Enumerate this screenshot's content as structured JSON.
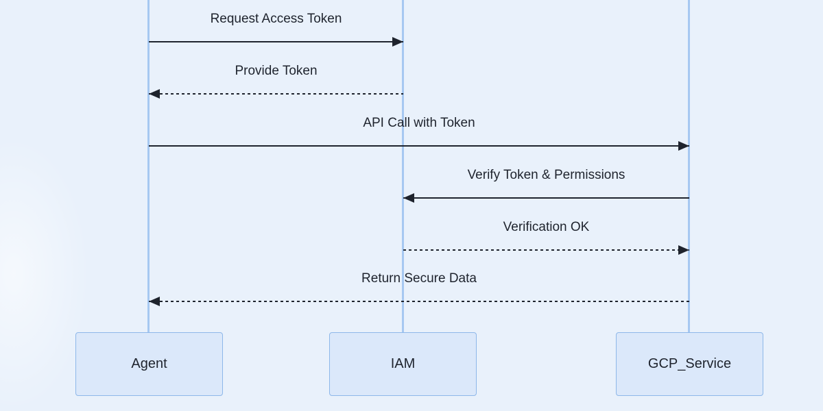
{
  "diagram": {
    "type": "sequence",
    "actors": [
      {
        "name": "Agent"
      },
      {
        "name": "IAM"
      },
      {
        "name": "GCP_Service"
      }
    ],
    "messages": [
      {
        "label": "Request Access Token",
        "from": "Agent",
        "to": "IAM",
        "line": "solid",
        "direction": "right"
      },
      {
        "label": "Provide Token",
        "from": "IAM",
        "to": "Agent",
        "line": "dashed",
        "direction": "left"
      },
      {
        "label": "API Call with Token",
        "from": "Agent",
        "to": "GCP_Service",
        "line": "solid",
        "direction": "right"
      },
      {
        "label": "Verify Token & Permissions",
        "from": "GCP_Service",
        "to": "IAM",
        "line": "solid",
        "direction": "left"
      },
      {
        "label": "Verification OK",
        "from": "IAM",
        "to": "GCP_Service",
        "line": "dashed",
        "direction": "right"
      },
      {
        "label": "Return Secure Data",
        "from": "GCP_Service",
        "to": "Agent",
        "line": "dashed",
        "direction": "left"
      }
    ],
    "colors": {
      "bg": "#e9f1fb",
      "ink": "#1e232d",
      "box_fill": "#dbe8fa",
      "box_border": "#8db7e9",
      "lifeline": "#a6c8f1"
    }
  }
}
